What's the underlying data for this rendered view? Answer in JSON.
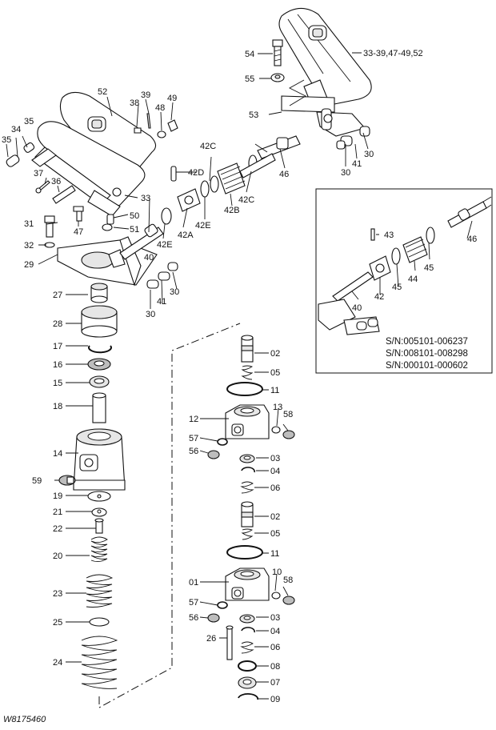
{
  "diagram": {
    "drawing_number": "W8175460",
    "callouts": [
      {
        "id": "c54",
        "text": "54"
      },
      {
        "id": "c55",
        "text": "55"
      },
      {
        "id": "c33a",
        "text": "33-39,47-49,52"
      },
      {
        "id": "c53",
        "text": "53"
      },
      {
        "id": "c52",
        "text": "52"
      },
      {
        "id": "c39",
        "text": "39"
      },
      {
        "id": "c38",
        "text": "38"
      },
      {
        "id": "c48",
        "text": "48"
      },
      {
        "id": "c49",
        "text": "49"
      },
      {
        "id": "c35a",
        "text": "35"
      },
      {
        "id": "c34",
        "text": "34"
      },
      {
        "id": "c35b",
        "text": "35"
      },
      {
        "id": "c37",
        "text": "37"
      },
      {
        "id": "c36",
        "text": "36"
      },
      {
        "id": "c33b",
        "text": "33"
      },
      {
        "id": "c47",
        "text": "47"
      },
      {
        "id": "c50",
        "text": "50"
      },
      {
        "id": "c51",
        "text": "51"
      },
      {
        "id": "c31",
        "text": "31"
      },
      {
        "id": "c32",
        "text": "32"
      },
      {
        "id": "c29",
        "text": "29"
      },
      {
        "id": "c42C1",
        "text": "42C"
      },
      {
        "id": "c42D",
        "text": "42D"
      },
      {
        "id": "c42B",
        "text": "42B"
      },
      {
        "id": "c42C2",
        "text": "42C"
      },
      {
        "id": "c42E1",
        "text": "42E"
      },
      {
        "id": "c42A",
        "text": "42A"
      },
      {
        "id": "c42E2",
        "text": "42E"
      },
      {
        "id": "c40a",
        "text": "40"
      },
      {
        "id": "c41a",
        "text": "41"
      },
      {
        "id": "c30a",
        "text": "30"
      },
      {
        "id": "c30b",
        "text": "30"
      },
      {
        "id": "c46a",
        "text": "46"
      },
      {
        "id": "c30c",
        "text": "30"
      },
      {
        "id": "c41b",
        "text": "41"
      },
      {
        "id": "c30d",
        "text": "30"
      },
      {
        "id": "c27",
        "text": "27"
      },
      {
        "id": "c28",
        "text": "28"
      },
      {
        "id": "c17",
        "text": "17"
      },
      {
        "id": "c16",
        "text": "16"
      },
      {
        "id": "c15",
        "text": "15"
      },
      {
        "id": "c18",
        "text": "18"
      },
      {
        "id": "c14",
        "text": "14"
      },
      {
        "id": "c59",
        "text": "59"
      },
      {
        "id": "c19",
        "text": "19"
      },
      {
        "id": "c21",
        "text": "21"
      },
      {
        "id": "c22",
        "text": "22"
      },
      {
        "id": "c20",
        "text": "20"
      },
      {
        "id": "c23",
        "text": "23"
      },
      {
        "id": "c25",
        "text": "25"
      },
      {
        "id": "c24",
        "text": "24"
      },
      {
        "id": "c02a",
        "text": "02"
      },
      {
        "id": "c05a",
        "text": "05"
      },
      {
        "id": "c11a",
        "text": "11"
      },
      {
        "id": "c12",
        "text": "12"
      },
      {
        "id": "c13",
        "text": "13"
      },
      {
        "id": "c58a",
        "text": "58"
      },
      {
        "id": "c57a",
        "text": "57"
      },
      {
        "id": "c56a",
        "text": "56"
      },
      {
        "id": "c03a",
        "text": "03"
      },
      {
        "id": "c04a",
        "text": "04"
      },
      {
        "id": "c06a",
        "text": "06"
      },
      {
        "id": "c02b",
        "text": "02"
      },
      {
        "id": "c05b",
        "text": "05"
      },
      {
        "id": "c11b",
        "text": "11"
      },
      {
        "id": "c01",
        "text": "01"
      },
      {
        "id": "c10",
        "text": "10"
      },
      {
        "id": "c58b",
        "text": "58"
      },
      {
        "id": "c57b",
        "text": "57"
      },
      {
        "id": "c56b",
        "text": "56"
      },
      {
        "id": "c03b",
        "text": "03"
      },
      {
        "id": "c04b",
        "text": "04"
      },
      {
        "id": "c26",
        "text": "26"
      },
      {
        "id": "c06b",
        "text": "06"
      },
      {
        "id": "c08",
        "text": "08"
      },
      {
        "id": "c07",
        "text": "07"
      },
      {
        "id": "c09",
        "text": "09"
      },
      {
        "id": "c43",
        "text": "43"
      },
      {
        "id": "c46b",
        "text": "46"
      },
      {
        "id": "c45a",
        "text": "45"
      },
      {
        "id": "c44",
        "text": "44"
      },
      {
        "id": "c45b",
        "text": "45"
      },
      {
        "id": "c42",
        "text": "42"
      },
      {
        "id": "c40b",
        "text": "40"
      }
    ],
    "inset": {
      "serial_numbers": [
        "S/N:005101-006237",
        "S/N:008101-008298",
        "S/N:000101-000602"
      ]
    }
  }
}
